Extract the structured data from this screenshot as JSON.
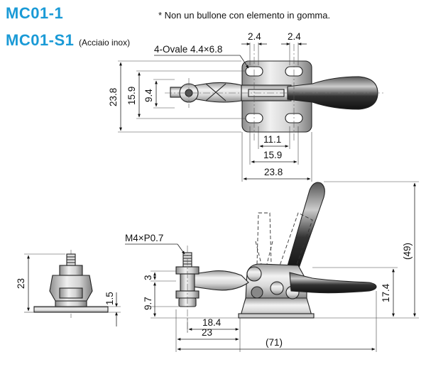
{
  "titles": {
    "model_1": "MC01-1",
    "model_2": "MC01-S1",
    "model_2_note": "(Acciaio inox)"
  },
  "note": "* Non un bullone con elemento in gomma.",
  "top_view": {
    "slot_label": "4-Ovale 4.4×6.8",
    "dim_slot_a": "2.4",
    "dim_slot_b": "2.4",
    "dim_height_outer": "23.8",
    "dim_height_mid": "15.9",
    "dim_height_inner": "9.4",
    "dim_width_inner": "11.1",
    "dim_width_mid": "15.9",
    "dim_width_outer": "23.8"
  },
  "end_view": {
    "dim_height": "23",
    "dim_base": "1.5"
  },
  "side_view": {
    "thread_label": "M4×P0.7",
    "dim_3": "3",
    "dim_9_7": "9.7",
    "dim_17_4": "17.4",
    "dim_49": "(49)",
    "dim_18_4": "18.4",
    "dim_23": "23",
    "dim_71": "(71)"
  },
  "colors": {
    "title": "#1a9ad6",
    "metal_light": "#e8e8e8",
    "metal_mid": "#b9b9b9",
    "metal_dark": "#6d6d6d",
    "handle": "#2a2a2a"
  }
}
